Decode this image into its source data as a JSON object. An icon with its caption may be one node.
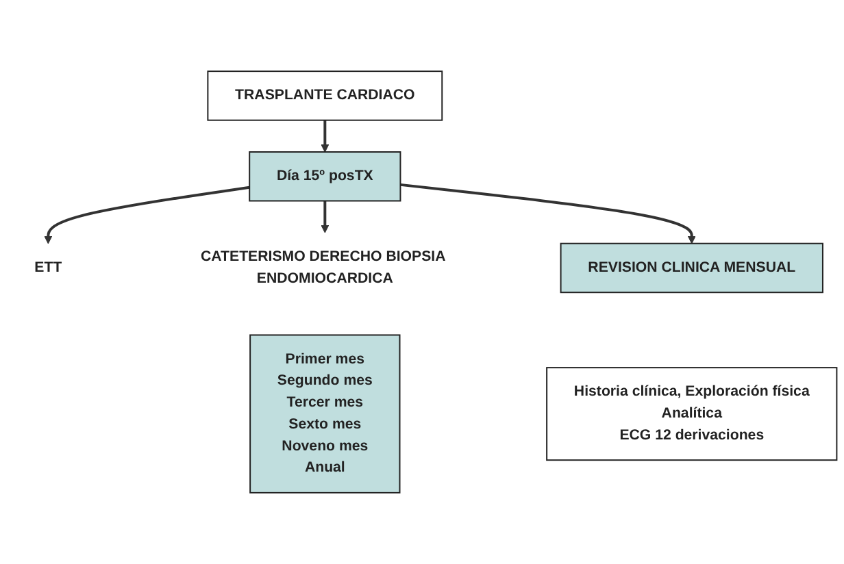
{
  "diagram": {
    "nodes": [
      {
        "text": [
          "TRASPLANTE CARDIACO"
        ]
      },
      {
        "text": [
          "ETT"
        ]
      },
      {
        "text": [
          "Día 15º posTX"
        ]
      },
      {
        "text": [
          "CATETERISMO DERECHO BIOPSIA ENDOMIOCARDICA"
        ]
      },
      {
        "text": [
          "Primer mes",
          "Segundo mes",
          "Tercer mes",
          "Sexto mes",
          "Noveno mes",
          "Anual"
        ]
      },
      {
        "text": [
          "REVISION CLINICA MENSUAL"
        ]
      },
      {
        "text": [
          "Historia clínica, Exploración física",
          "Analítica",
          "ECG 12 derivaciones"
        ]
      }
    ],
    "edges": [
      {
        "from": 0,
        "to": 2,
        "arrow": "to"
      },
      {
        "from": 2,
        "to": 1,
        "arrow": "to"
      },
      {
        "from": 2,
        "to": 3,
        "arrow": "to"
      },
      {
        "from": 2,
        "to": 5,
        "arrow": "to"
      }
    ]
  }
}
